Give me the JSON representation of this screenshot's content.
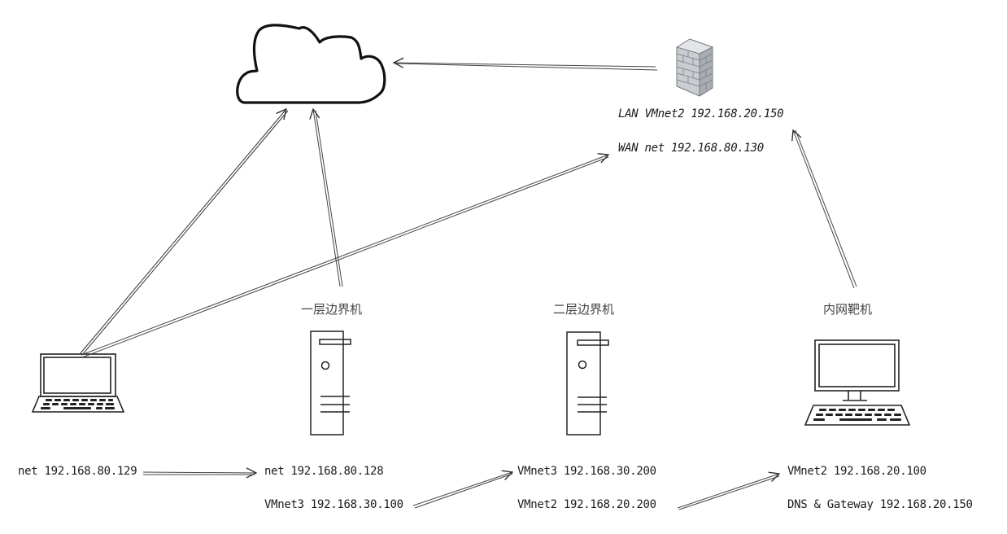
{
  "diagram": {
    "type": "network-topology",
    "style": "hand-drawn",
    "nodes": {
      "internet": {
        "icon": "cloud-icon",
        "label": ""
      },
      "firewall": {
        "icon": "firewall-icon",
        "lan": "LAN VMnet2 192.168.20.150",
        "wan": "WAN net 192.168.80.130"
      },
      "attacker": {
        "icon": "laptop-icon",
        "title": "",
        "ip": "net 192.168.80.129"
      },
      "layer1": {
        "icon": "server-icon",
        "title": "一层边界机",
        "ip1": "net 192.168.80.128",
        "ip2": "VMnet3 192.168.30.100"
      },
      "layer2": {
        "icon": "server-icon",
        "title": "二层边界机",
        "ip1": "VMnet3 192.168.30.200",
        "ip2": "VMnet2 192.168.20.200"
      },
      "target": {
        "icon": "desktop-icon",
        "title": "内网靶机",
        "ip1": "VMnet2 192.168.20.100",
        "ip2": "DNS & Gateway 192.168.20.150"
      }
    },
    "edges": [
      {
        "from": "firewall",
        "to": "internet"
      },
      {
        "from": "attacker",
        "to": "internet"
      },
      {
        "from": "layer1",
        "to": "internet"
      },
      {
        "from": "attacker",
        "to": "firewall-wan"
      },
      {
        "from": "target",
        "to": "firewall-lan"
      },
      {
        "from": "attacker-ip",
        "to": "layer1-ip1"
      },
      {
        "from": "layer1-ip2",
        "to": "layer2-ip1"
      },
      {
        "from": "layer2-ip2",
        "to": "target-ip1"
      }
    ],
    "colors": {
      "stroke": "#1e1e1e",
      "firewall_fill": "#c8cbcf",
      "firewall_stroke": "#7a7f86",
      "background": "#ffffff"
    }
  }
}
